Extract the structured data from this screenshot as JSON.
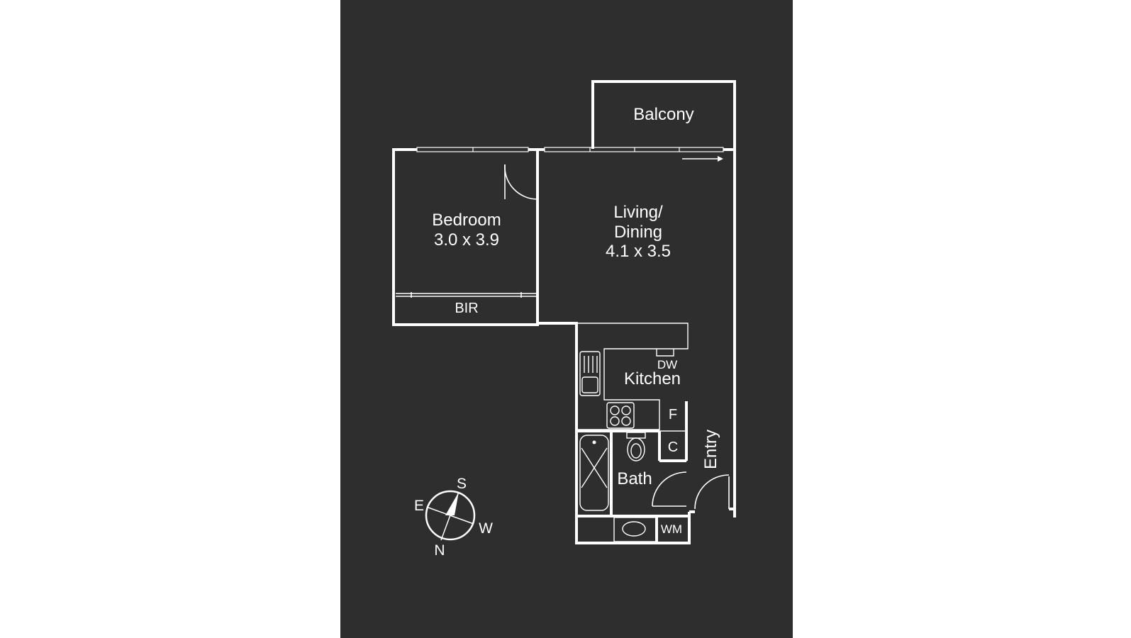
{
  "rooms": {
    "balcony": "Balcony",
    "bedroom": {
      "name": "Bedroom",
      "size": "3.0 x 3.9"
    },
    "living": {
      "name_line1": "Living/",
      "name_line2": "Dining",
      "size": "4.1 x 3.5"
    },
    "bir": "BIR",
    "kitchen": "Kitchen",
    "dw": "DW",
    "fridge": "F",
    "cupboard": "C",
    "bath": "Bath",
    "wm": "WM",
    "entry": "Entry"
  },
  "compass": {
    "north": "N",
    "south": "S",
    "east": "E",
    "west": "W"
  },
  "colors": {
    "background": "#2e2e2e",
    "lines": "#ffffff",
    "page": "#ffffff"
  }
}
